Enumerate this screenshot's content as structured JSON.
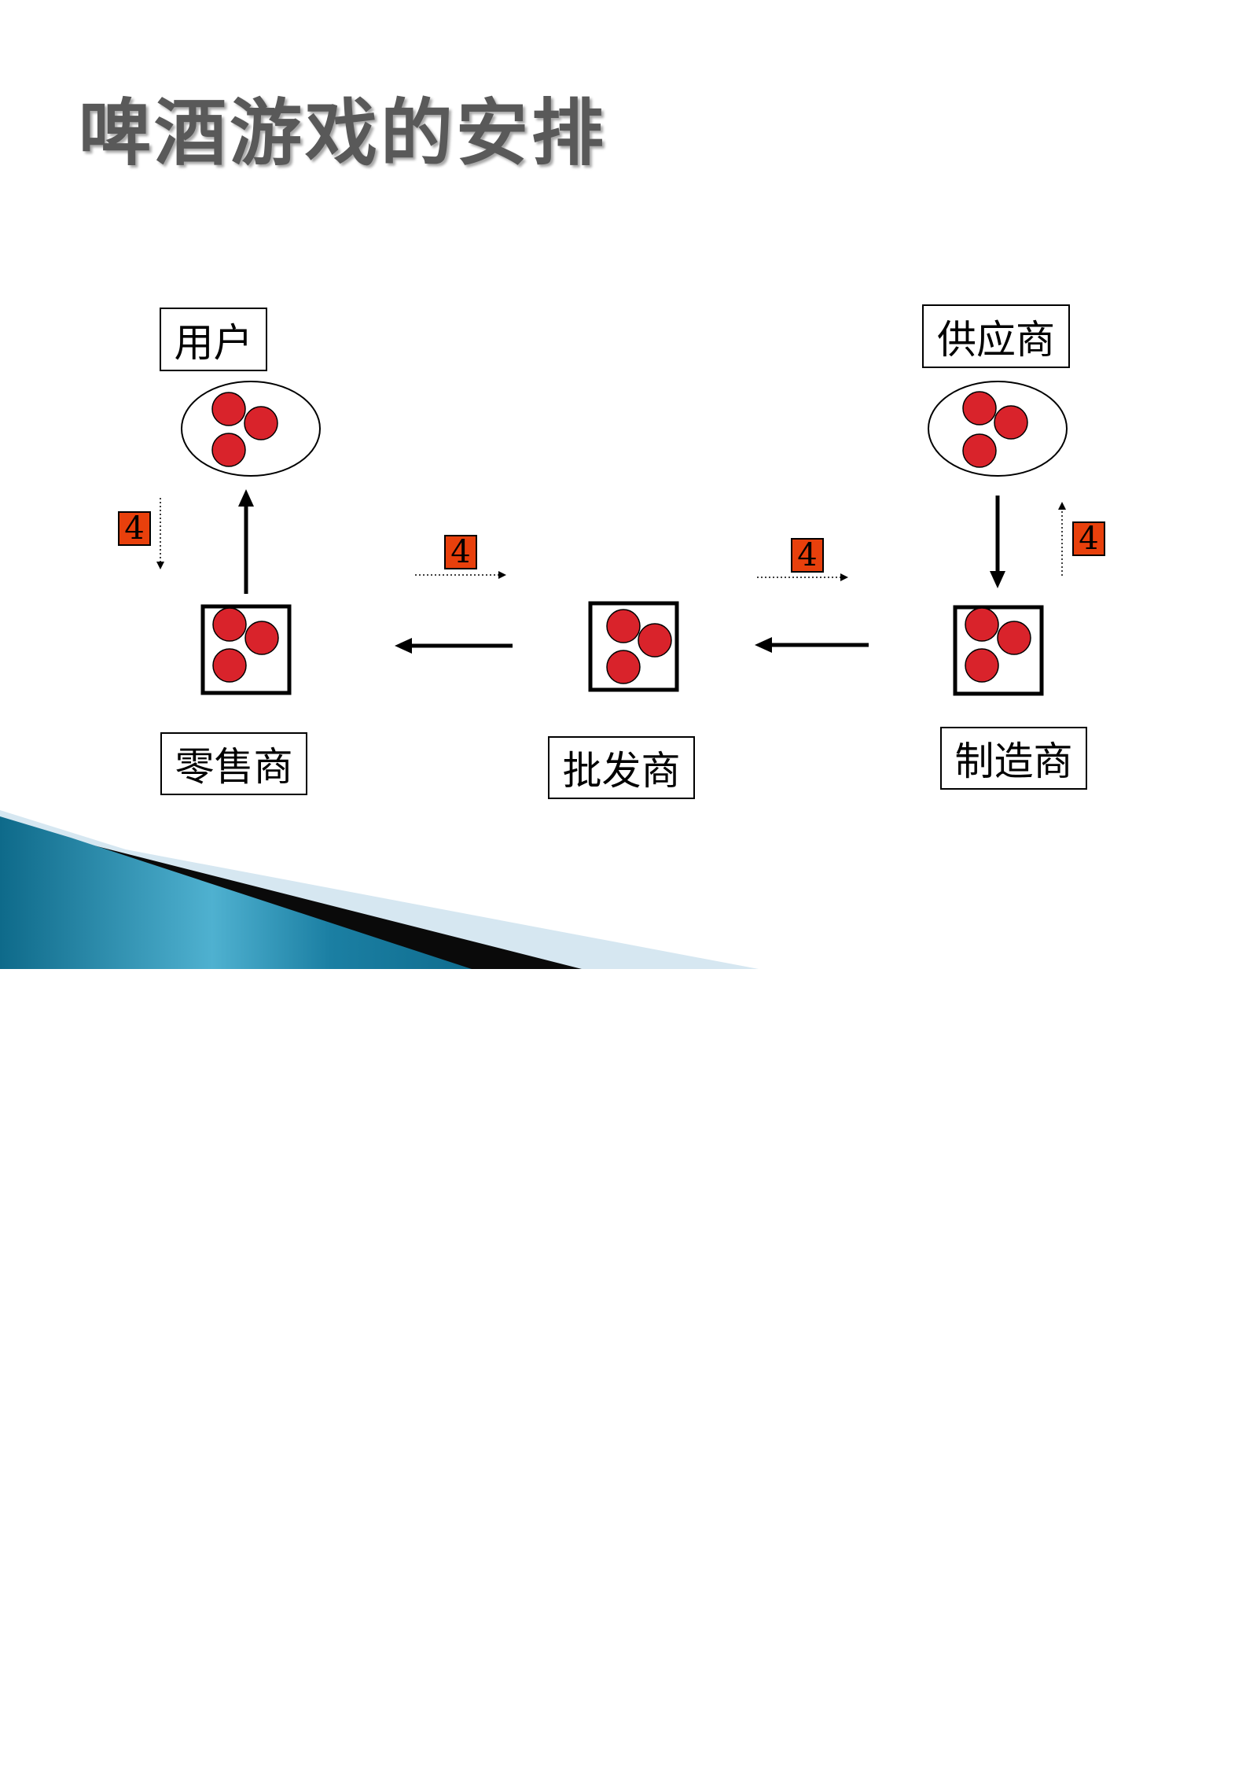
{
  "slide": {
    "title": "啤酒游戏的安排"
  },
  "nodes": {
    "customer": {
      "label": "用户"
    },
    "supplier": {
      "label": "供应商"
    },
    "retailer": {
      "label": "零售商"
    },
    "wholesaler": {
      "label": "批发商"
    },
    "manufacturer": {
      "label": "制造商"
    }
  },
  "order_badges": [
    {
      "id": "customer-order",
      "value": "4"
    },
    {
      "id": "retailer-order",
      "value": "4"
    },
    {
      "id": "wholesaler-order",
      "value": "4"
    },
    {
      "id": "manufacturer-order",
      "value": "4"
    }
  ],
  "colors": {
    "token": "#d9232b",
    "badge": "#e8400c",
    "title": "#595959",
    "ribbon": "#1b7fa3"
  }
}
